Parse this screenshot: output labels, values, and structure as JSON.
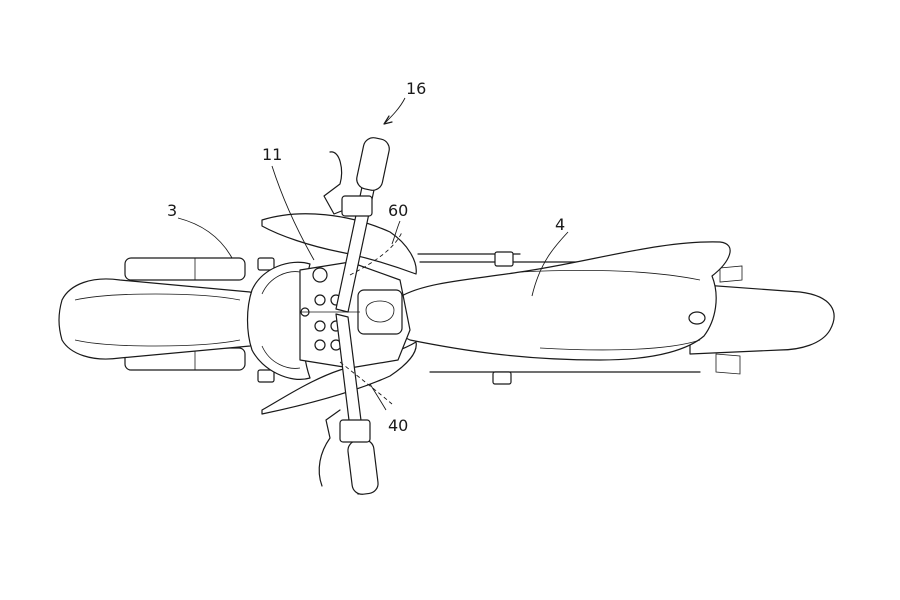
{
  "figure": {
    "labels": {
      "ref_3": "3",
      "ref_4": "4",
      "ref_11": "11",
      "ref_16": "16",
      "ref_40": "40",
      "ref_60": "60"
    }
  }
}
